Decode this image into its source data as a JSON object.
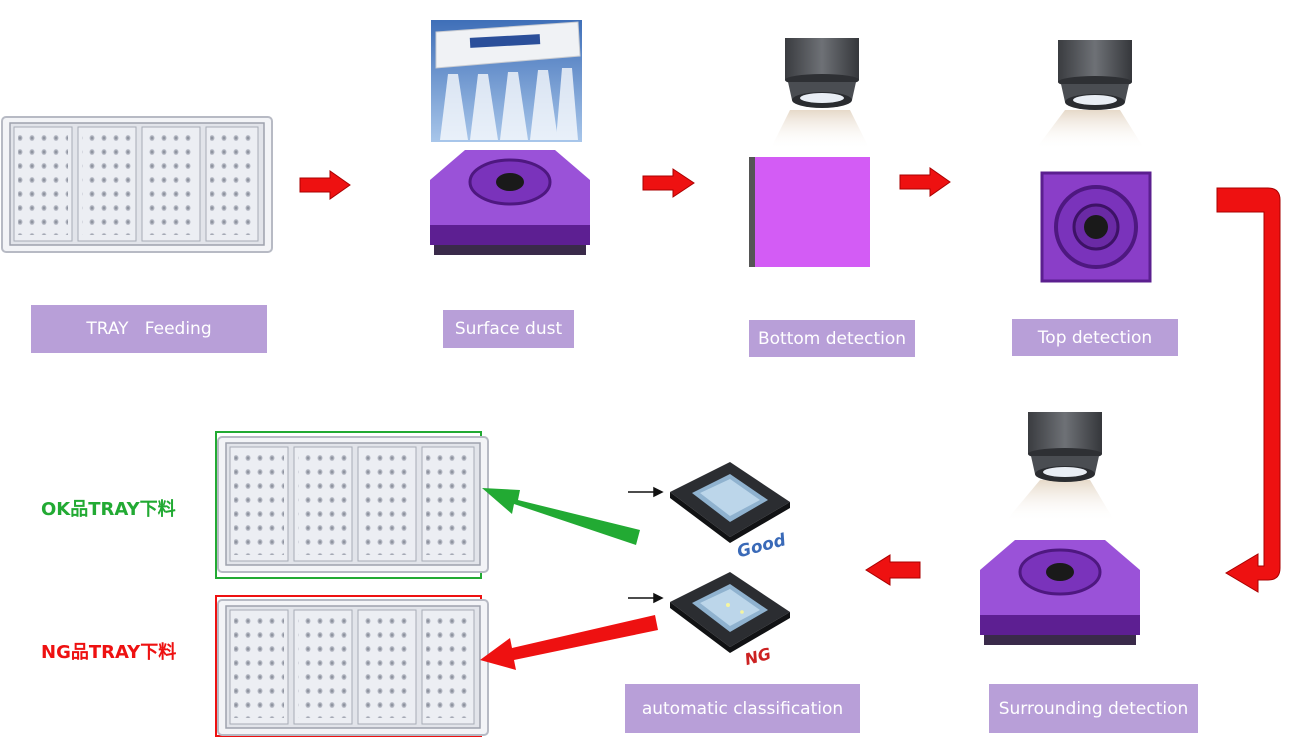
{
  "steps": {
    "tray_feeding": "TRAY   Feeding",
    "surface_dust": "Surface dust",
    "bottom_detection": "Bottom detection",
    "top_detection": "Top detection",
    "surrounding_detection": "Surrounding detection",
    "automatic_classification": "automatic classification"
  },
  "outputs": {
    "ok_label": "OK品TRAY下料",
    "ng_label": "NG品TRAY下料",
    "good_text": "Good",
    "ng_text": "NG"
  },
  "colors": {
    "label_bg": "#b89fd8",
    "flow_arrow": "#ee1111",
    "ok_green": "#22aa33",
    "ng_red": "#ee1111",
    "part_purple": "#7b2fb8",
    "panel_magenta": "#d35cf5"
  },
  "icons": [
    "tray-icon",
    "air-blower-icon",
    "camera-icon",
    "sensor-part-icon",
    "chip-icon"
  ]
}
